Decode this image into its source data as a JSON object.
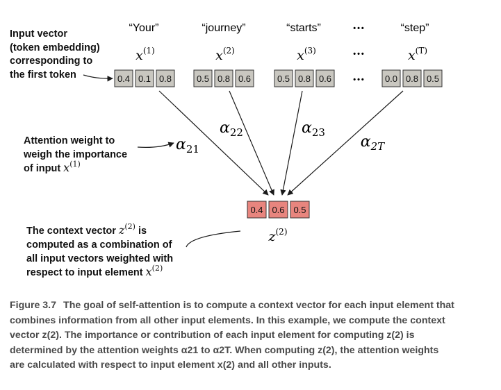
{
  "tokens": [
    {
      "word": "“Your”",
      "var_base": "x",
      "var_sup": "(1)",
      "values": [
        "0.4",
        "0.1",
        "0.8"
      ]
    },
    {
      "word": "“journey”",
      "var_base": "x",
      "var_sup": "(2)",
      "values": [
        "0.5",
        "0.8",
        "0.6"
      ]
    },
    {
      "word": "“starts”",
      "var_base": "x",
      "var_sup": "(3)",
      "values": [
        "0.5",
        "0.8",
        "0.6"
      ]
    },
    {
      "word": "“step”",
      "var_base": "x",
      "var_sup": "(T)",
      "values": [
        "0.0",
        "0.8",
        "0.5"
      ]
    }
  ],
  "ellipsis": "•••",
  "weights": [
    {
      "base": "α",
      "sub": "21"
    },
    {
      "base": "α",
      "sub": "22"
    },
    {
      "base": "α",
      "sub": "23"
    },
    {
      "base": "α",
      "sub": "2T"
    }
  ],
  "context": {
    "var_base": "z",
    "var_sup": "(2)",
    "values": [
      "0.4",
      "0.6",
      "0.5"
    ]
  },
  "annotations": {
    "input_vector": [
      "Input vector",
      "(token embedding)",
      "corresponding to",
      "the first token"
    ],
    "attention_weight": [
      "Attention weight to",
      "weigh the importance",
      "of input "
    ],
    "attention_weight_var": {
      "base": "x",
      "sup": "(1)"
    },
    "context_vector": [
      "The context vector ",
      "computed as a combination of",
      "all input vectors weighted with",
      "respect to input element "
    ],
    "context_vector_var": {
      "base": "z",
      "sup": "(2)",
      "suffix": " is"
    },
    "context_vector_elem": {
      "base": "x",
      "sup": "(2)"
    }
  },
  "caption": {
    "label": "Figure 3.7",
    "text": "The goal of self-attention is to compute a context vector for each input element that combines information from all other input elements. In this example, we compute the context vector z(2). The importance or contribution of each input element for computing z(2) is determined by the attention weights α21 to α2T. When computing z(2), the attention weights are calculated with respect to input element x(2) and all other inputs."
  }
}
